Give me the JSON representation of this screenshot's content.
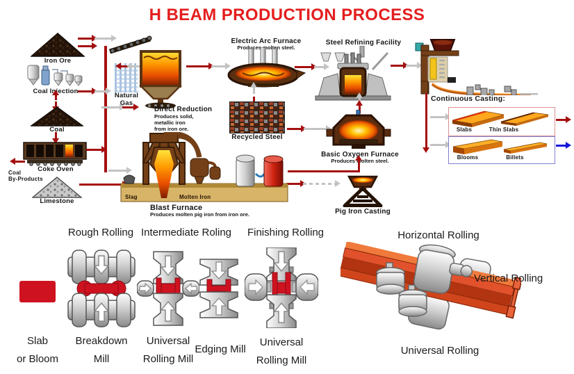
{
  "title": "H BEAM PRODUCTION PROCESS",
  "colors": {
    "title_red": "#e41e1e",
    "flow_arrow_red": "#a50f0f",
    "flow_arrow_gray": "#c3c3c3",
    "product_arrow_blue": "#1515dd",
    "slab_red": "#cf1220",
    "slabs_box_border": "#e09090",
    "blooms_box_border": "#8080d0"
  },
  "process": {
    "iron_ore": {
      "label": "Iron Ore"
    },
    "coal_injection": {
      "label": "Coal Injection"
    },
    "coal": {
      "label": "Coal"
    },
    "natural_gas": {
      "line1": "Natural",
      "line2": "Gas"
    },
    "coke_oven": {
      "label": "Coke Oven"
    },
    "coal_byproducts": {
      "line1": "Coal",
      "line2": "By-Products"
    },
    "limestone": {
      "label": "Limestone"
    },
    "direct_reduction": {
      "label": "Direct Reduction",
      "caption_lines": [
        "Produces solid,",
        "metallic iron",
        "from iron ore."
      ]
    },
    "electric_arc_furnace": {
      "label": "Electric Arc Furnace",
      "caption": "Produces molten steel."
    },
    "recycled_steel": {
      "label": "Recycled Steel"
    },
    "steel_refining": {
      "label": "Steel Refining Facility"
    },
    "basic_oxygen_furnace": {
      "label": "Basic Oxygen Furnace",
      "caption": "Produces molten steel."
    },
    "pig_iron_casting": {
      "label": "Pig Iron Casting"
    },
    "blast_furnace": {
      "label": "Blast Furnace",
      "caption": "Produces molten pig iron from iron ore.",
      "slag_label": "Slag",
      "molten_iron_label": "Molten Iron"
    },
    "continuous_casting": {
      "label": "Continuous Casting:",
      "slabs": "Slabs",
      "thin_slabs": "Thin Slabs",
      "blooms": "Blooms",
      "billets": "Billets"
    }
  },
  "rolling": {
    "headers": {
      "rough": "Rough Rolling",
      "intermediate": "Intermediate Roling",
      "finishing": "Finishing Rolling",
      "horizontal": "Horizontal Rolling"
    },
    "slab": {
      "line1": "Slab",
      "line2": "or Bloom"
    },
    "breakdown_mill": {
      "line1": "Breakdown",
      "line2": "Mill"
    },
    "universal_mill_1": {
      "line1": "Universal",
      "line2": "Rolling Mill"
    },
    "edging_mill": {
      "label": "Edging Mill"
    },
    "universal_mill_2": {
      "line1": "Universal",
      "line2": "Rolling Mill"
    },
    "vertical_label": "Vertical Rolling",
    "universal_label": "Universal Rolling"
  }
}
